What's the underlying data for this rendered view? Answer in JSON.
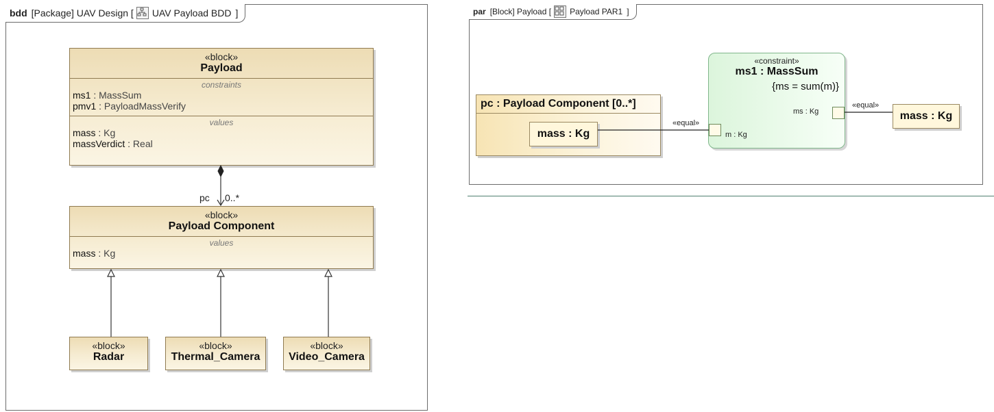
{
  "bdd": {
    "kind": "bdd",
    "context": "[Package] UAV Design [",
    "diagram_name": "UAV Payload BDD",
    "close": "]",
    "payload": {
      "stereotype": "«block»",
      "name": "Payload",
      "constraints_title": "constraints",
      "constraints": [
        {
          "name": "ms1",
          "type": "MassSum"
        },
        {
          "name": "pmv1",
          "type": "PayloadMassVerify"
        }
      ],
      "values_title": "values",
      "values": [
        {
          "name": "mass",
          "type": "Kg"
        },
        {
          "name": "massVerdict",
          "type": "Real"
        }
      ]
    },
    "association": {
      "role": "pc",
      "multiplicity": "0..*"
    },
    "payload_component": {
      "stereotype": "«block»",
      "name": "Payload Component",
      "values_title": "values",
      "values": [
        {
          "name": "mass",
          "type": "Kg"
        }
      ]
    },
    "subtypes": [
      {
        "stereotype": "«block»",
        "name": "Radar"
      },
      {
        "stereotype": "«block»",
        "name": "Thermal_Camera"
      },
      {
        "stereotype": "«block»",
        "name": "Video_Camera"
      }
    ]
  },
  "par": {
    "kind": "par",
    "context": "[Block] Payload [",
    "diagram_name": "Payload PAR1",
    "close": "]",
    "pc_part": {
      "title": "pc : Payload Component [0..*]",
      "inner": "mass : Kg"
    },
    "constraint": {
      "stereotype": "«constraint»",
      "name": "ms1 : MassSum",
      "expression": "{ms = sum(m)}",
      "port_m": "m : Kg",
      "port_ms": "ms : Kg"
    },
    "equal_left": "«equal»",
    "equal_right": "«equal»",
    "mass_part": "mass : Kg"
  },
  "colors": {
    "block_fill": "#f3e6c4",
    "block_border": "#8f7a50",
    "constraint_fill": "#e4f8e4",
    "constraint_border": "#7fb58a",
    "frame_border": "#6b6b6b"
  }
}
